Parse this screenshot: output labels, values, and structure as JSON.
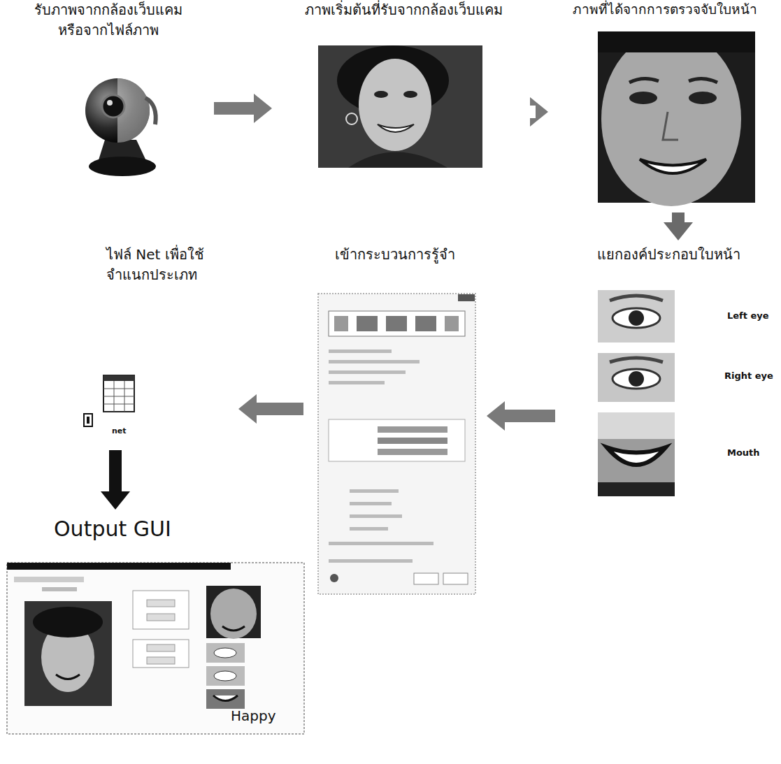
{
  "diagram": {
    "nodes": [
      {
        "text": [
          "รับภาพจากกล้องเว็บแคม หรือจากไฟล์ภาพ"
        ]
      },
      {
        "text": [
          "ภาพเริ่มต้นที่รับจากกล้องเว็บแคม"
        ]
      },
      {
        "text": [
          "ภาพที่ได้จากการตรวจจับใบหน้า"
        ]
      },
      {
        "text": [
          "แยกองค์ประกอบใบหน้า"
        ]
      },
      {
        "text": [
          "เข้ากระบวนการรู้จำ"
        ]
      },
      {
        "text": [
          "ไฟล์ Net เพื่อใช้ จำแนกประเภท"
        ]
      },
      {
        "text": [
          "Output GUI"
        ]
      }
    ],
    "edges": [
      {
        "from": 0,
        "to": 1,
        "arrow": "to"
      },
      {
        "from": 1,
        "to": 2,
        "arrow": "to"
      },
      {
        "from": 2,
        "to": 3,
        "arrow": "to"
      },
      {
        "from": 3,
        "to": 4,
        "arrow": "to"
      },
      {
        "from": 4,
        "to": 5,
        "arrow": "to"
      },
      {
        "from": 5,
        "to": 6,
        "arrow": "to"
      }
    ],
    "labels": [
      "Left eye",
      "Right eye",
      "Mouth",
      "net",
      "Happy"
    ]
  }
}
